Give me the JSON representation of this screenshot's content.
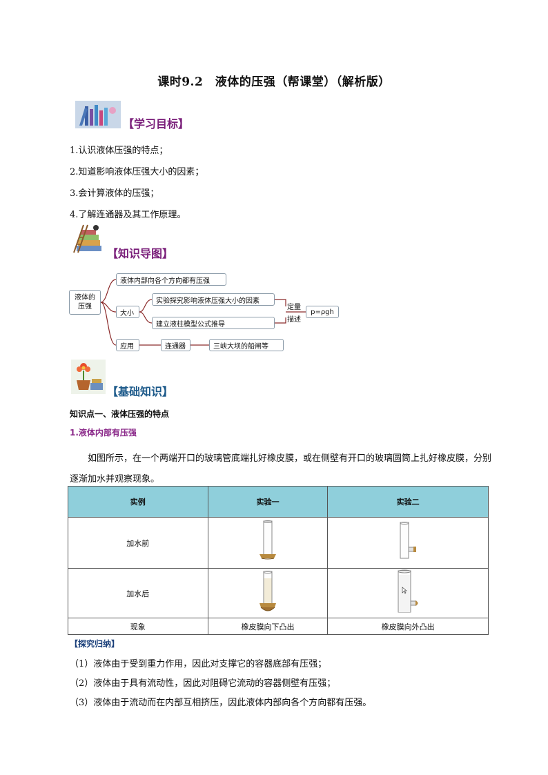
{
  "doc": {
    "title": "课时9.2　液体的压强（帮课堂）（解析版）"
  },
  "sections": {
    "objectives_title": "【学习目标】",
    "mindmap_title": "【知识导图】",
    "basics_title": "【基础知识】"
  },
  "objectives": [
    "1.认识液体压强的特点；",
    "2.知道影响液体压强大小的因素；",
    "3.会计算液体的压强；",
    "4.了解连通器及其工作原理。"
  ],
  "mindmap": {
    "root": "液体的压强",
    "n1": "液体内部向各个方向都有压强",
    "n2": "大小",
    "n2a": "实验探究影响液体压强大小的因素",
    "n2b": "建立液柱模型公式推导",
    "qual1": "定量",
    "qual2": "描述",
    "formula": "p=ρgh",
    "n3": "应用",
    "n3a": "连通器",
    "n3b": "三峡大坝的船闸等"
  },
  "knowledge": {
    "point1": "知识点一、液体压强的特点",
    "sub1": "1.液体内部有压强",
    "para": "如图所示，在一个两端开口的玻璃管底端扎好橡皮膜，或在侧壁有开口的玻璃圆筒上扎好橡皮膜，分别逐渐加水并观察现象。"
  },
  "table": {
    "headers": [
      "实例",
      "实验一",
      "实验二"
    ],
    "rows": [
      {
        "label": "加水前"
      },
      {
        "label": "加水后"
      }
    ],
    "phenomenon": [
      "现象",
      "橡皮膜向下凸出",
      "橡皮膜向外凸出"
    ]
  },
  "summary": {
    "heading": "【探究归纳】",
    "items": [
      "（1）液体由于受到重力作用，因此对支撑它的容器底部有压强；",
      "（2）液体由于具有流动性，因此对阻碍它流动的容器侧壁有压强；",
      "（3）液体由于流动而在内部互相挤压，因此液体内部向各个方向都有压强。"
    ]
  }
}
